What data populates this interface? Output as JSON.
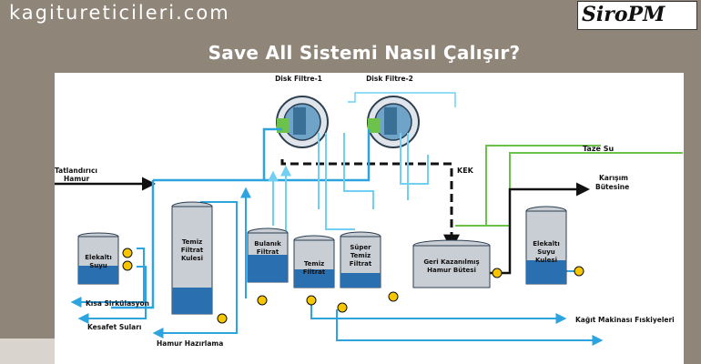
{
  "header": {
    "site_name": "kagitureticileri.com",
    "logo_text": "SiroPM",
    "title": "Save All Sistemi Nasıl Çalışır?"
  },
  "diagram": {
    "disk_filter_1": "Disk Filtre-1",
    "disk_filter_2": "Disk Filtre-2",
    "input_label_1": "Tatlandırıcı",
    "input_label_2": "Hamur",
    "kek": "KEK",
    "fresh_water": "Taze Su",
    "mix_chest_1": "Karışım",
    "mix_chest_2": "Bütesine",
    "tank_white_water_left": [
      "Elekaltı",
      "Suyu"
    ],
    "tank_clean_filtrate_tower": [
      "Temiz",
      "Filtrat",
      "Kulesi"
    ],
    "tank_cloudy_filtrate": [
      "Bulanık",
      "Filtrat"
    ],
    "tank_clean_filtrate": [
      "Temiz",
      "Filtrat"
    ],
    "tank_super_clean_filtrate": [
      "Süper",
      "Temiz",
      "Filtrat"
    ],
    "tank_recovered_pulp": [
      "Geri Kazanılmış",
      "Hamur Bütesi"
    ],
    "tank_white_water_tower": [
      "Elekaltı",
      "Suyu",
      "Kulesi"
    ],
    "out_short_circulation": "Kısa Sirkülasyon",
    "out_reject_water": "Kesafet Suları",
    "out_stock_prep": "Hamur Hazırlama",
    "out_pm_showers": "Kağıt Makinası Fıskiyeleri"
  },
  "colors": {
    "dark_line": "#111111",
    "blue_line": "#2da3e0",
    "light_blue_line": "#6fd0f2",
    "green_line": "#6cc24a",
    "pump": "#f6c700",
    "tank_fill": "#c9ced4"
  }
}
